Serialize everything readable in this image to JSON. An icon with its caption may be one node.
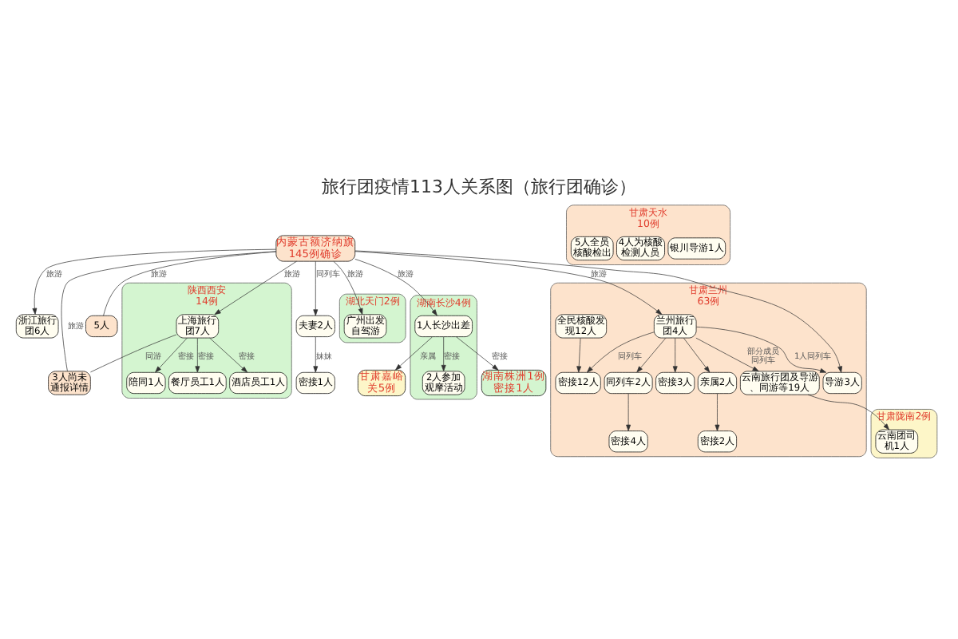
{
  "diagram": {
    "title": "旅行团疫情113人关系图（旅行团确诊）",
    "nodes": [
      {
        "text": [
          "浙江旅行团6人"
        ]
      },
      {
        "text": [
          "3人尚未通报详情"
        ]
      },
      {
        "text": [
          "5人"
        ]
      },
      {
        "text": [
          "密接1人"
        ]
      },
      {
        "text": [
          "夫妻2人"
        ]
      },
      {
        "text": [
          "内蒙古额济纳旗145例确诊"
        ]
      },
      {
        "text": [
          "陕西西安14例"
        ]
      },
      {
        "text": [
          "陪同1人"
        ],
        "in": 6
      },
      {
        "text": [
          "上海旅行团7人"
        ],
        "in": 6
      },
      {
        "text": [
          "餐厅员工1人"
        ],
        "in": 6
      },
      {
        "text": [
          "酒店员工1人"
        ],
        "in": 6
      },
      {
        "text": [
          "湖北天门2例"
        ]
      },
      {
        "text": [
          "广州出发自驾游"
        ],
        "in": 11
      },
      {
        "text": [
          "湖南长沙4例"
        ]
      },
      {
        "text": [
          "1人长沙出差"
        ],
        "in": 13
      },
      {
        "text": [
          "2人参加观摩活动"
        ],
        "in": 13
      },
      {
        "text": [
          "湖南株洲1例",
          "密接1人"
        ]
      },
      {
        "text": [
          "甘肃兰州63例"
        ]
      },
      {
        "text": [
          "密接2人"
        ],
        "in": 17
      },
      {
        "text": [
          "亲属2人"
        ],
        "in": 17
      },
      {
        "text": [
          "兰州旅行团4人"
        ],
        "in": 17
      },
      {
        "text": [
          "同列车2人"
        ],
        "in": 17
      },
      {
        "text": [
          "密接4人"
        ],
        "in": 17
      },
      {
        "text": [
          "密接3人"
        ],
        "in": 17
      },
      {
        "text": [
          "导游3人"
        ],
        "in": 17
      },
      {
        "text": [
          "云南旅行团及导游、同游等19人"
        ],
        "in": 17
      },
      {
        "text": [
          "全民核酸发现12人"
        ],
        "in": 17
      },
      {
        "text": [
          "密接12人"
        ],
        "in": 17
      },
      {
        "text": [
          "甘肃天水10例"
        ]
      },
      {
        "text": [
          "银川导游1人"
        ],
        "in": 28
      },
      {
        "text": [
          "4人为核酸检测人员"
        ],
        "in": 28
      },
      {
        "text": [
          "5人全员核酸检出"
        ],
        "in": 28
      },
      {
        "text": [
          "甘肃陇南2例"
        ]
      },
      {
        "text": [
          "云南团司机1人"
        ],
        "in": 32
      },
      {
        "text": [
          "甘肃嘉峪关5例"
        ]
      }
    ],
    "edges": [
      {
        "from": 5,
        "to": 0,
        "arrow": "to",
        "label": "旅游"
      },
      {
        "from": 5,
        "to": 1,
        "arrow": "none",
        "label": "旅游"
      },
      {
        "from": 5,
        "to": 2,
        "arrow": "none",
        "label": "旅游"
      },
      {
        "from": 5,
        "to": 4,
        "arrow": "to",
        "label": "同列车"
      },
      {
        "from": 8,
        "to": 1,
        "arrow": "none",
        "label": "同游"
      },
      {
        "from": 5,
        "to": 8,
        "arrow": "to",
        "label": "旅游"
      },
      {
        "from": 8,
        "to": 7,
        "arrow": "to",
        "label": "密接"
      },
      {
        "from": 8,
        "to": 9,
        "arrow": "to",
        "label": "密接"
      },
      {
        "from": 8,
        "to": 10,
        "arrow": "to",
        "label": "密接"
      },
      {
        "from": 5,
        "to": 12,
        "arrow": "to",
        "label": "旅游"
      },
      {
        "from": 5,
        "to": 14,
        "arrow": "to",
        "label": "旅游"
      },
      {
        "from": 4,
        "to": 3,
        "arrow": "to",
        "label": "妹妹"
      },
      {
        "from": 14,
        "to": 15,
        "arrow": "to",
        "label": "密接"
      },
      {
        "from": 14,
        "to": 16,
        "arrow": "to",
        "label": "密接"
      },
      {
        "from": 14,
        "to": 34,
        "arrow": "to",
        "label": "亲属"
      },
      {
        "from": 5,
        "to": 20,
        "arrow": "to",
        "label": "旅游"
      },
      {
        "from": 20,
        "to": 19,
        "arrow": "to"
      },
      {
        "from": 19,
        "to": 18,
        "arrow": "to"
      },
      {
        "from": 20,
        "to": 21,
        "arrow": "to"
      },
      {
        "from": 21,
        "to": 22,
        "arrow": "to"
      },
      {
        "from": 20,
        "to": 23,
        "arrow": "to"
      },
      {
        "from": 20,
        "to": 24,
        "arrow": "to",
        "label": "1人同列车"
      },
      {
        "from": 20,
        "to": 25,
        "arrow": "to",
        "label": "部分成员同列车"
      },
      {
        "from": 20,
        "to": 27,
        "arrow": "to",
        "label": "同列车"
      },
      {
        "from": 26,
        "to": 27,
        "arrow": "to"
      },
      {
        "from": 5,
        "to": 24,
        "arrow": "to"
      },
      {
        "from": 25,
        "to": 33,
        "arrow": "to"
      }
    ]
  }
}
